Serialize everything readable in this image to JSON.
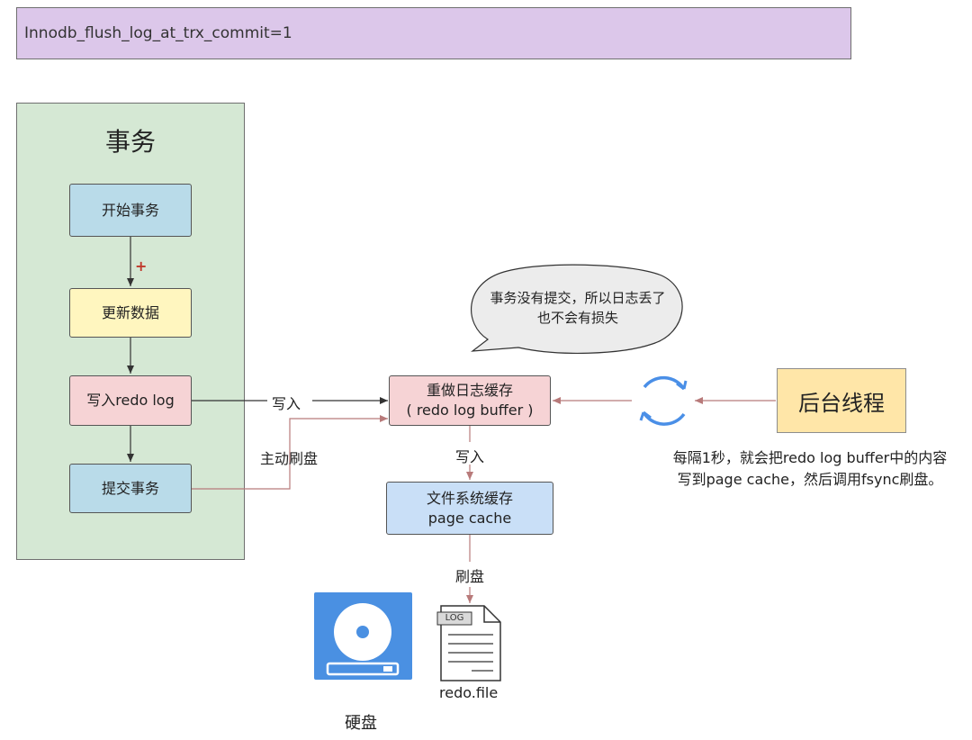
{
  "config_banner": {
    "text": "Innodb_flush_log_at_trx_commit=1"
  },
  "transaction": {
    "title": "事务",
    "steps": [
      {
        "label": "开始事务"
      },
      {
        "label": "更新数据"
      },
      {
        "label": "写入redo log"
      },
      {
        "label": "提交事务"
      }
    ],
    "plus_mark": "+"
  },
  "edges": {
    "write_label": "写入",
    "active_flush_label": "主动刷盘",
    "write_down_label": "写入",
    "flush_label": "刷盘"
  },
  "redo_log_buffer": {
    "line1": "重做日志缓存",
    "line2": "( redo log buffer )"
  },
  "page_cache": {
    "line1": "文件系统缓存",
    "line2": "page cache"
  },
  "speech_bubble": {
    "line1": "事务没有提交，所以日志丢了",
    "line2": "也不会有损失"
  },
  "background_thread": {
    "label": "后台线程",
    "icon": "refresh-cycle-icon"
  },
  "background_note": {
    "line1": "每隔1秒，就会把redo log buffer中的内容",
    "line2": "写到page cache，然后调用fsync刷盘。"
  },
  "disk": {
    "label": "硬盘",
    "icon": "hard-disk-icon"
  },
  "redo_file": {
    "label": "redo.file",
    "tag": "LOG",
    "icon": "log-file-icon"
  },
  "colors": {
    "banner": "#dcc7ea",
    "transaction_panel": "#d5e8d4",
    "step_blue": "#b9dbe9",
    "step_yellow": "#fff6bf",
    "step_pink": "#f6d3d5",
    "page_cache": "#c9dff7",
    "background_thread": "#ffe6a8",
    "disk_blue": "#4a90e2",
    "refresh_blue": "#4a8fe7",
    "arrow_red": "#b87a7a"
  }
}
